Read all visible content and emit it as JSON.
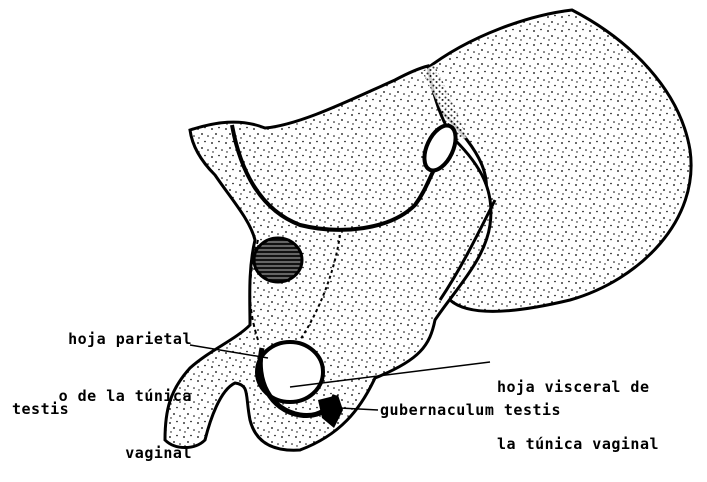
{
  "labels": {
    "parietal": [
      "hoja parietal",
      "o de la túnica",
      "vaginal"
    ],
    "visceral": [
      "hoja visceral de",
      "la túnica vaginal"
    ],
    "testis": "testis",
    "gubernaculum": "gubernaculum testis"
  },
  "colors": {
    "ink": "#000000",
    "paper": "#ffffff"
  }
}
